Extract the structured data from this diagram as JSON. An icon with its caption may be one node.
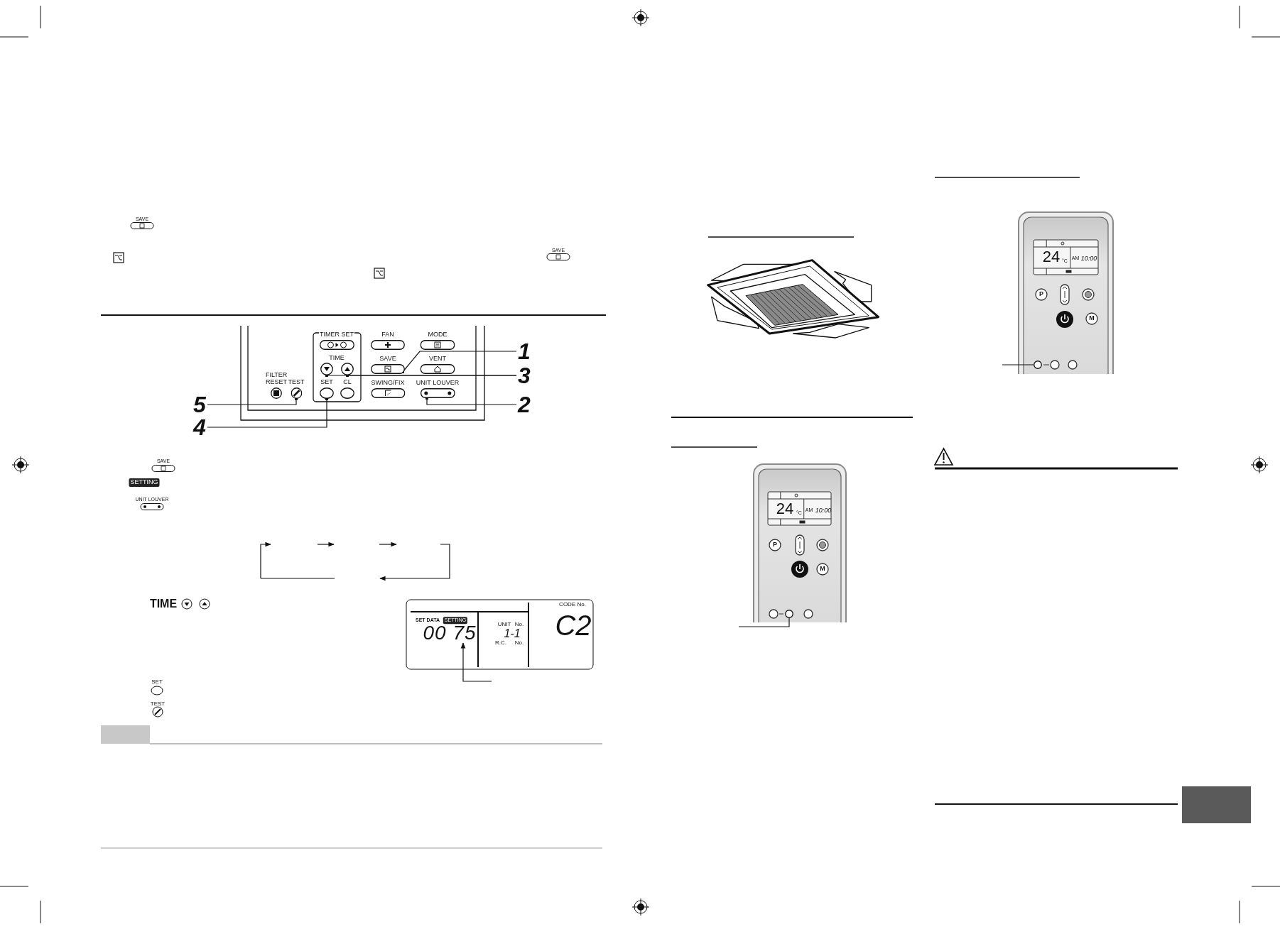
{
  "diagram": {
    "nodes": [
      {
        "text": [
          "TIMER SET"
        ]
      },
      {
        "text": [
          "FAN"
        ]
      },
      {
        "text": [
          "MODE"
        ]
      },
      {
        "text": [],
        "shape": "circle"
      },
      {
        "text": [],
        "shape": "circle"
      },
      {
        "text": [
          "SAVE"
        ]
      },
      {
        "text": [
          "VENT"
        ]
      },
      {
        "text": [
          "FILTER RESET"
        ]
      },
      {
        "text": [
          "TEST"
        ]
      },
      {
        "text": [
          "SET"
        ]
      },
      {
        "text": [
          "CL"
        ]
      },
      {
        "text": [
          "SWING/FIX"
        ]
      },
      {
        "text": [
          "UNIT LOUVER"
        ]
      },
      {
        "text": [
          "1"
        ]
      },
      {
        "text": [
          "3"
        ]
      },
      {
        "text": [
          "5"
        ]
      },
      {
        "text": [
          "2"
        ]
      },
      {
        "text": [
          "4"
        ]
      },
      {
        "text": [
          "00 75"
        ]
      },
      {
        "text": [],
        "shape": "circle"
      },
      {
        "text": [],
        "shape": "circle"
      }
    ],
    "edges": [
      {
        "from": 13,
        "to": 5,
        "arrow": "other"
      },
      {
        "from": 14,
        "to": 3,
        "arrow": "other"
      },
      {
        "from": 14,
        "to": 4,
        "arrow": "other"
      },
      {
        "from": 15,
        "to": 8,
        "arrow": "other"
      },
      {
        "from": 16,
        "to": 12,
        "arrow": "other"
      },
      {
        "from": 17,
        "to": 9,
        "arrow": "other"
      },
      {
        "from": null,
        "to": 18,
        "arrow": "to"
      },
      {
        "from": null,
        "to": 19,
        "arrow": "none"
      },
      {
        "from": null,
        "to": 20,
        "arrow": "none"
      }
    ],
    "labels": [
      "SAVE",
      "SAVE",
      "TIME",
      "SAVE",
      "SETTING",
      "UNIT LOUVER",
      "TIME",
      "SET DATA",
      "SETTING",
      "UNIT",
      "No.",
      "1-1",
      "R.C.",
      "No.",
      "CODE No.",
      "C2",
      "SET",
      "TEST",
      "24",
      "°C",
      "AM",
      "10:00",
      "P",
      "M",
      "24",
      "°C",
      "AM",
      "10:00",
      "P",
      "M"
    ]
  }
}
